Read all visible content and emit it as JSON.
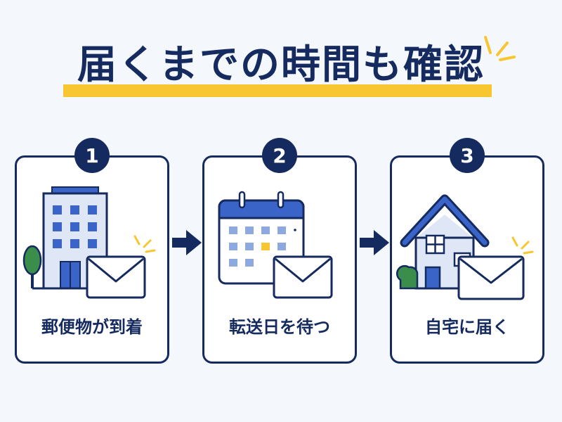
{
  "title": "届くまでの時間も確認",
  "colors": {
    "navy": "#152a5e",
    "blue": "#3a64c8",
    "light_blue": "#6b8fd8",
    "pale_blue": "#dfe7f7",
    "yellow": "#f7c631",
    "green": "#3a8d4a",
    "background": "#f4f7fc"
  },
  "steps": [
    {
      "number": "1",
      "label": "郵便物が到着",
      "icons": [
        "building-icon",
        "tree-icon",
        "envelope-icon"
      ]
    },
    {
      "number": "2",
      "label": "転送日を待つ",
      "icons": [
        "calendar-icon",
        "envelope-icon"
      ]
    },
    {
      "number": "3",
      "label": "自宅に届く",
      "icons": [
        "house-icon",
        "bush-icon",
        "envelope-icon"
      ]
    }
  ],
  "arrows": [
    "arrow-right-icon",
    "arrow-right-icon"
  ]
}
